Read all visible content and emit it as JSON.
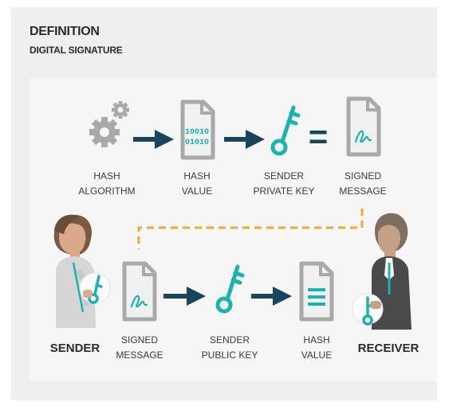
{
  "header": {
    "title": "DEFINITION",
    "subtitle": "DIGITAL SIGNATURE"
  },
  "colors": {
    "teal": "#1ab3ad",
    "navy": "#17455c",
    "orange": "#f2a733",
    "gray_icon": "#a9a9a9"
  },
  "top_row": {
    "items": [
      {
        "icon": "gears-icon",
        "label_line1": "HASH",
        "label_line2": "ALGORITHM"
      },
      {
        "icon": "binary-document-icon",
        "label_line1": "HASH",
        "label_line2": "VALUE",
        "binary_line1": "10010",
        "binary_line2": "01010"
      },
      {
        "icon": "key-icon",
        "label_line1": "SENDER",
        "label_line2": "PRIVATE KEY"
      },
      {
        "icon": "signed-document-icon",
        "label_line1": "SIGNED",
        "label_line2": "MESSAGE"
      }
    ],
    "operator": "="
  },
  "bottom_row": {
    "items": [
      {
        "icon": "signed-document-icon",
        "label_line1": "SIGNED",
        "label_line2": "MESSAGE"
      },
      {
        "icon": "key-icon",
        "label_line1": "SENDER",
        "label_line2": "PUBLIC KEY"
      },
      {
        "icon": "lined-document-icon",
        "label_line1": "HASH",
        "label_line2": "VALUE"
      }
    ]
  },
  "people": {
    "sender_label": "SENDER",
    "receiver_label": "RECEIVER"
  }
}
